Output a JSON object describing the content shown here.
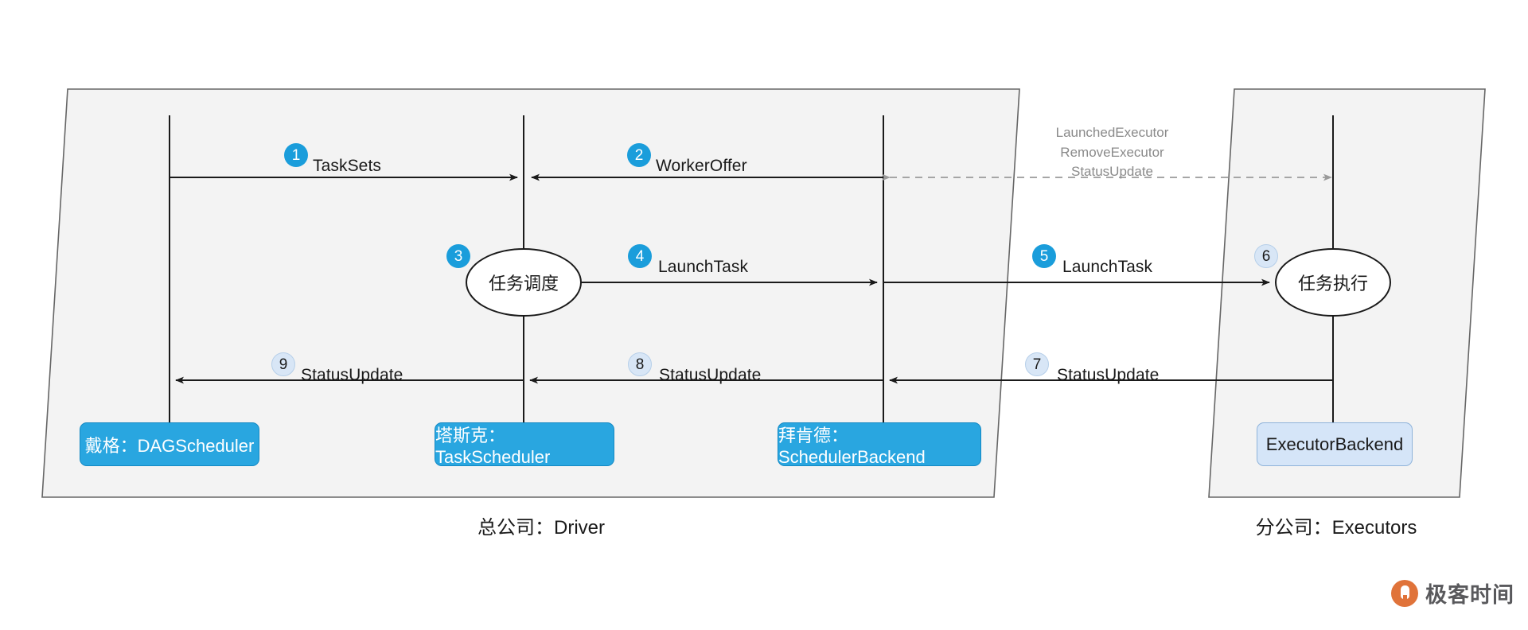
{
  "diagram": {
    "title_hidden": "",
    "sections": [
      {
        "id": "driver",
        "caption": "总公司：Driver"
      },
      {
        "id": "executors",
        "caption": "分公司：Executors"
      }
    ],
    "participants": [
      {
        "id": "dag",
        "label": "戴格：DAGScheduler",
        "style": "solid"
      },
      {
        "id": "task",
        "label": "塔斯克：TaskScheduler",
        "style": "solid"
      },
      {
        "id": "backend",
        "label": "拜肯德：SchedulerBackend",
        "style": "solid"
      },
      {
        "id": "executor",
        "label": "ExecutorBackend",
        "style": "light"
      }
    ],
    "activities": [
      {
        "id": "schedule",
        "label": "任务调度"
      },
      {
        "id": "execute",
        "label": "任务执行"
      }
    ],
    "messages": [
      {
        "step": "1",
        "label": "TaskSets",
        "badge_style": "solid"
      },
      {
        "step": "2",
        "label": "WorkerOffer",
        "badge_style": "solid"
      },
      {
        "step": "3",
        "label": "",
        "badge_style": "solid"
      },
      {
        "step": "4",
        "label": "LaunchTask",
        "badge_style": "solid"
      },
      {
        "step": "5",
        "label": "LaunchTask",
        "badge_style": "solid"
      },
      {
        "step": "6",
        "label": "",
        "badge_style": "light"
      },
      {
        "step": "7",
        "label": "StatusUpdate",
        "badge_style": "light"
      },
      {
        "step": "8",
        "label": "StatusUpdate",
        "badge_style": "light"
      },
      {
        "step": "9",
        "label": "StatusUpdate",
        "badge_style": "light"
      }
    ],
    "note": {
      "line1": "LaunchedExecutor",
      "line2": "RemoveExecutor",
      "line3": "StatusUpdate"
    },
    "colors": {
      "badge_solid": "#1a9ddb",
      "badge_light": "#d8e6f6",
      "box_solid": "#29a6e0",
      "box_light": "#d5e5f8",
      "panel": "#f3f3f3",
      "line": "#1a1a1a",
      "note_text": "#8a8a8a",
      "watermark": "#e0733a"
    }
  },
  "watermark": {
    "text": "极客时间"
  }
}
